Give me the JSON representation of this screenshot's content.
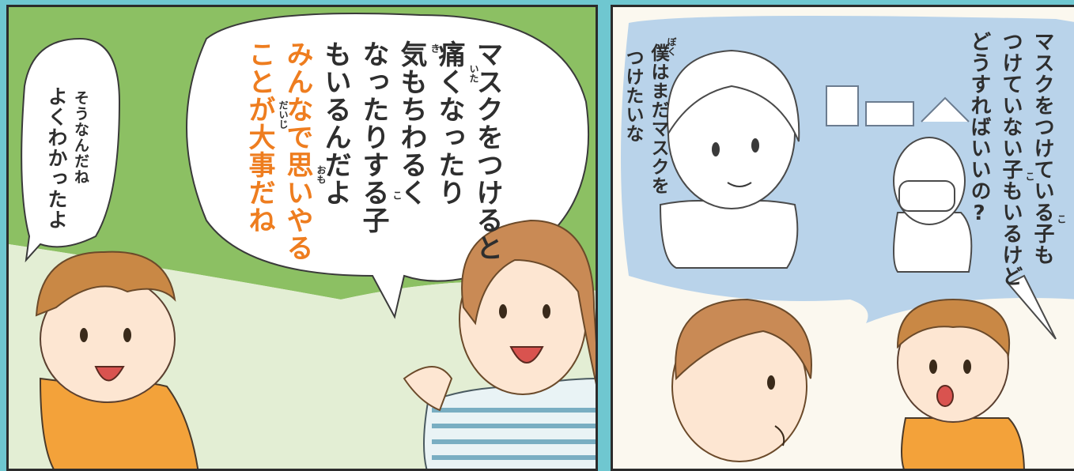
{
  "panel_left": {
    "mom_speech": {
      "line1": "マスクをつけると",
      "line2": "痛くなったり",
      "line3": "気もちわるく",
      "line4": "なったりする子",
      "line5": "もいるんだよ",
      "line6": "みんなで思いやる",
      "line7": "ことが大事だね",
      "furigana_ita": "いた",
      "furigana_ki": "き",
      "furigana_ko": "こ",
      "furigana_omo": "おも",
      "furigana_daiji": "だいじ"
    },
    "boy_speech": {
      "line1": "そうなんだね",
      "line2": "よくわかったよ"
    }
  },
  "panel_right": {
    "boy_question": {
      "line1": "マスクをつけている子も",
      "line2": "つけていない子もいるけど",
      "line3": "どうすればいいの?",
      "furigana_ko1": "こ",
      "furigana_ko2": "こ"
    },
    "boy_thought": {
      "line1": "僕はまだマスクを",
      "line2": "つけたいな",
      "furigana_boku": "ぼく"
    }
  },
  "colors": {
    "frame": "#6fc7d0",
    "highlight_text": "#ee7d1f",
    "text": "#2e2e2e",
    "green_bg": "#8cc063",
    "blue_bg": "#b9d3ea"
  }
}
